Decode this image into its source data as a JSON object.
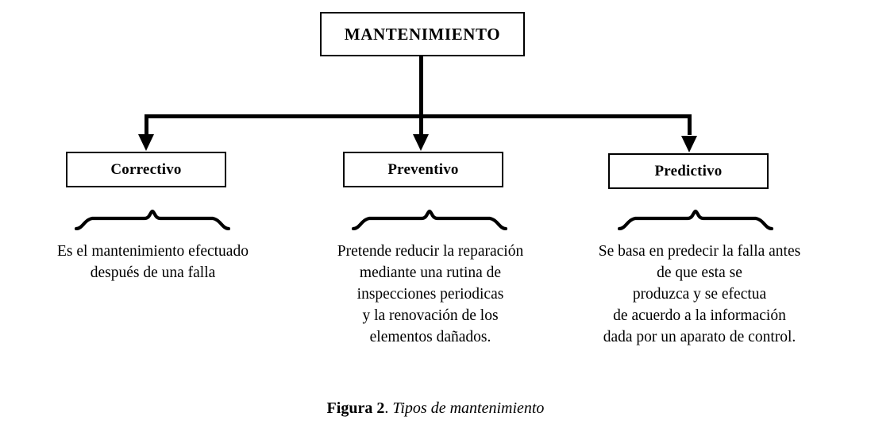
{
  "figure": {
    "background_color": "#ffffff",
    "line_color": "#000000",
    "text_color": "#000000",
    "root": {
      "label": "MANTENIMIENTO"
    },
    "branches": [
      {
        "key": "correctivo",
        "label": "Correctivo",
        "description_lines": [
          "Es el mantenimiento efectuado",
          "después de una falla"
        ]
      },
      {
        "key": "preventivo",
        "label": "Preventivo",
        "description_lines": [
          "Pretende reducir la reparación",
          "mediante una rutina de",
          "inspecciones periodicas",
          "y la renovación de los",
          "elementos dañados."
        ]
      },
      {
        "key": "predictivo",
        "label": "Predictivo",
        "description_lines": [
          "Se basa en predecir la falla antes",
          "de que esta se",
          "produzca y se efectua",
          "de acuerdo a la información",
          "dada por un aparato de control."
        ]
      }
    ],
    "caption": {
      "label": "Figura 2",
      "separator": ". ",
      "title": "Tipos de mantenimiento"
    },
    "icons": {
      "arrow_down": "arrow-down-icon",
      "brace": "curly-brace-icon"
    }
  }
}
